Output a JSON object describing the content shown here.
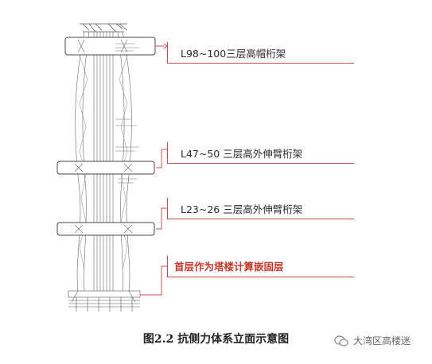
{
  "callouts": [
    {
      "label": "L98~100三层高帽桁架"
    },
    {
      "label": "L47~50 三层高外伸臂桁架"
    },
    {
      "label": "L23~26 三层高外伸臂桁架"
    },
    {
      "label": "首层作为塔楼计算嵌固层"
    }
  ],
  "caption": "图2.2  抗侧力体系立面示意图",
  "watermark": "大湾区高楼迷",
  "colors": {
    "callout_line": "#c0504d",
    "highlight_text": "#c0392b",
    "structure": "#555555"
  }
}
